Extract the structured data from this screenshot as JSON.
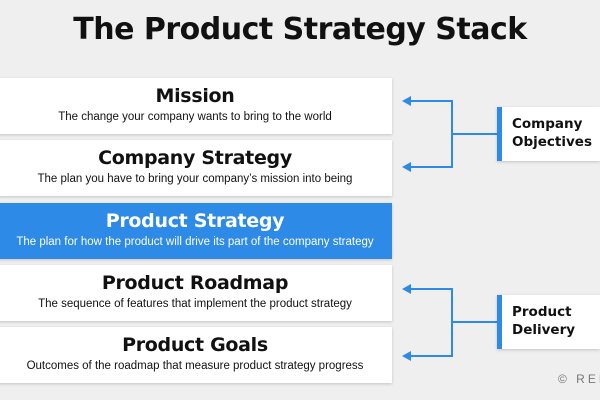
{
  "title": "The Product Strategy Stack",
  "stack": [
    {
      "heading": "Mission",
      "subtitle": "The change your company wants to bring to the world",
      "highlighted": false
    },
    {
      "heading": "Company Strategy",
      "subtitle": "The plan you have to bring your company’s mission into being",
      "highlighted": false
    },
    {
      "heading": "Product Strategy",
      "subtitle": "The plan for how the product will drive its part of the company strategy",
      "highlighted": true
    },
    {
      "heading": "Product Roadmap",
      "subtitle": "The sequence of features that implement the product strategy",
      "highlighted": false
    },
    {
      "heading": "Product Goals",
      "subtitle": "Outcomes of the roadmap that measure product strategy progress",
      "highlighted": false
    }
  ],
  "groups": [
    {
      "line1": "Company",
      "line2": "Objectives"
    },
    {
      "line1": "Product",
      "line2": "Delivery"
    }
  ],
  "watermark": "© REF",
  "colors": {
    "accent": "#2d8ae6",
    "background": "#efefef"
  }
}
